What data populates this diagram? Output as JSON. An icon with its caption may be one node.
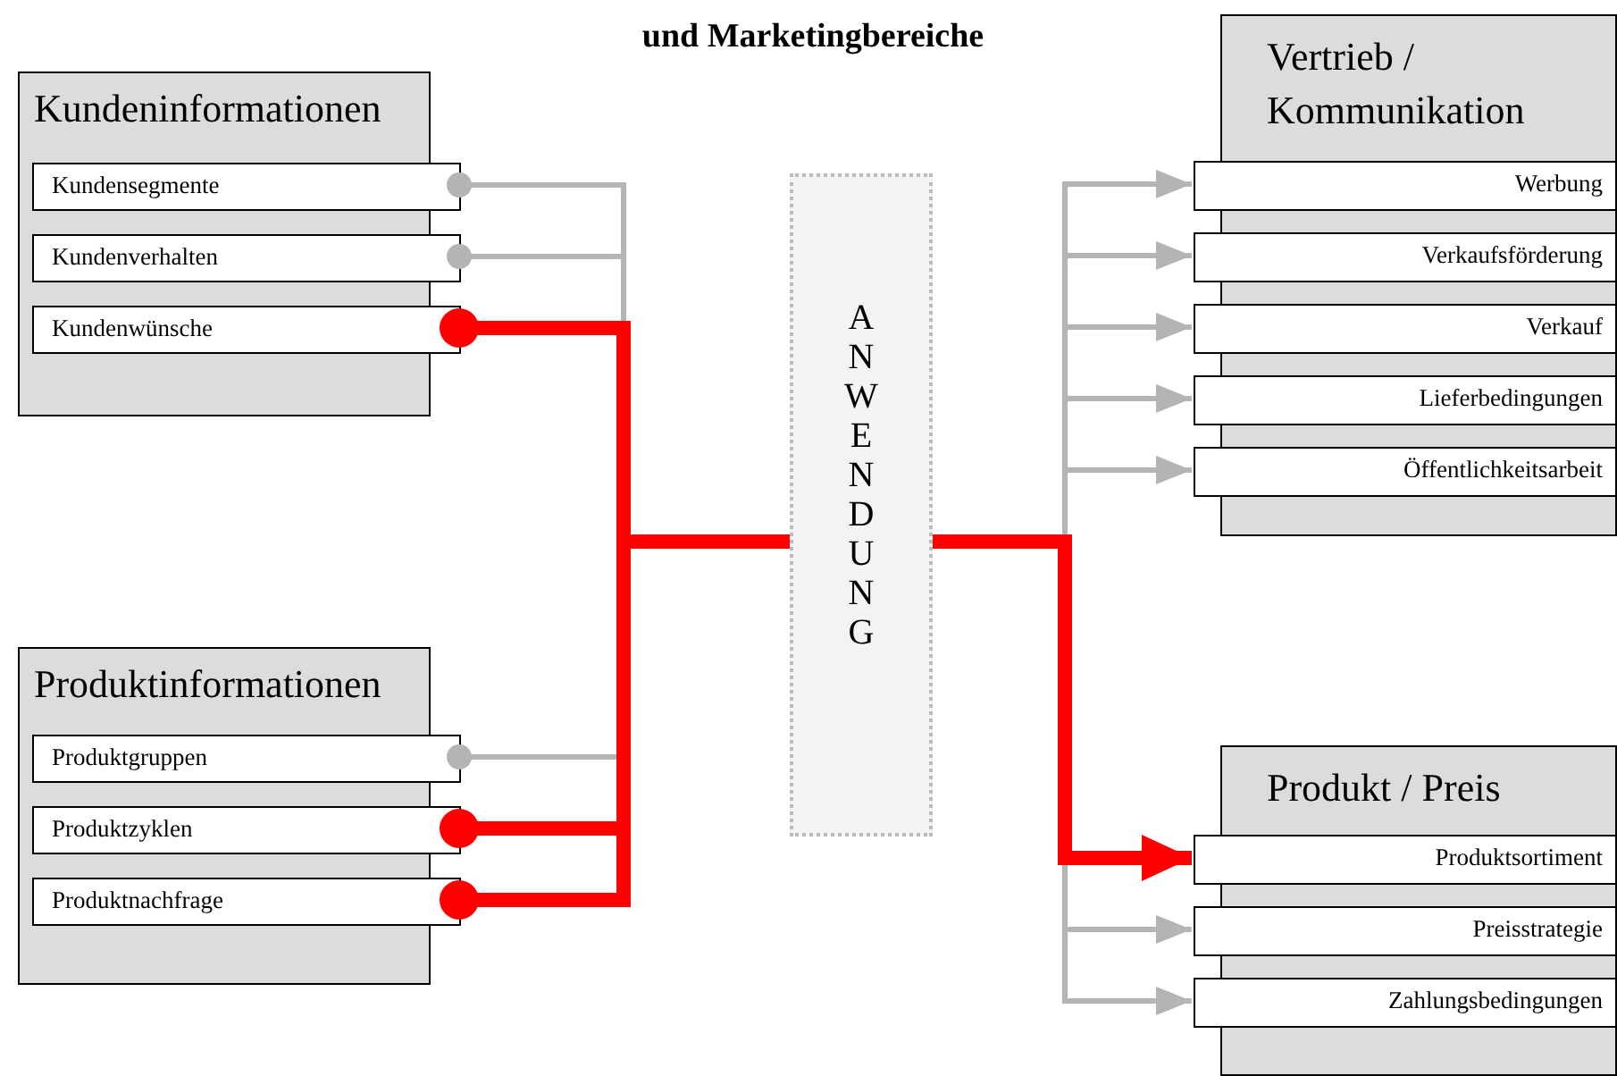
{
  "diagram": {
    "title": "und Marketingbereiche",
    "nodes": [
      {
        "text": [
          "Kundeninformationen"
        ]
      },
      {
        "text": [
          "Kundensegmente"
        ],
        "in": 0
      },
      {
        "text": [
          "Kundenverhalten"
        ],
        "in": 0
      },
      {
        "text": [
          "Kundenwünsche"
        ],
        "in": 0
      },
      {
        "text": [
          "Produktinformationen"
        ]
      },
      {
        "text": [
          "Produktgruppen"
        ],
        "in": 4
      },
      {
        "text": [
          "Produktzyklen"
        ],
        "in": 4
      },
      {
        "text": [
          "Produktnachfrage"
        ],
        "in": 4
      },
      {
        "text": [
          "ANWENDUNG"
        ]
      },
      {
        "text": [
          "Vertrieb / Kommunikation"
        ]
      },
      {
        "text": [
          "Werbung"
        ],
        "in": 9
      },
      {
        "text": [
          "Verkaufsförderung"
        ],
        "in": 9
      },
      {
        "text": [
          "Verkauf"
        ],
        "in": 9
      },
      {
        "text": [
          "Lieferbedingungen"
        ],
        "in": 9
      },
      {
        "text": [
          "Öffentlichkeitsarbeit"
        ],
        "in": 9
      },
      {
        "text": [
          "Produkt / Preis"
        ]
      },
      {
        "text": [
          "Produktsortiment"
        ],
        "in": 15
      },
      {
        "text": [
          "Preisstrategie"
        ],
        "in": 15
      },
      {
        "text": [
          "Zahlungsbedingungen"
        ],
        "in": 15
      }
    ],
    "edges": [
      {
        "from": 1,
        "to": 8,
        "arrow": "other"
      },
      {
        "from": 2,
        "to": 8,
        "arrow": "other"
      },
      {
        "from": 5,
        "to": 8,
        "arrow": "other"
      },
      {
        "from": 3,
        "to": 8,
        "arrow": "other",
        "style": "thick",
        "color": "#ff0000"
      },
      {
        "from": 6,
        "to": 8,
        "arrow": "other",
        "style": "thick",
        "color": "#ff0000"
      },
      {
        "from": 7,
        "to": 8,
        "arrow": "other",
        "style": "thick",
        "color": "#ff0000"
      },
      {
        "from": 8,
        "to": 10,
        "arrow": "to"
      },
      {
        "from": 8,
        "to": 11,
        "arrow": "to"
      },
      {
        "from": 8,
        "to": 12,
        "arrow": "to"
      },
      {
        "from": 8,
        "to": 13,
        "arrow": "to"
      },
      {
        "from": 8,
        "to": 14,
        "arrow": "to"
      },
      {
        "from": 8,
        "to": 17,
        "arrow": "to"
      },
      {
        "from": 8,
        "to": 18,
        "arrow": "to"
      },
      {
        "from": 8,
        "to": 16,
        "arrow": "to",
        "style": "thick",
        "color": "#ff0000"
      }
    ]
  }
}
